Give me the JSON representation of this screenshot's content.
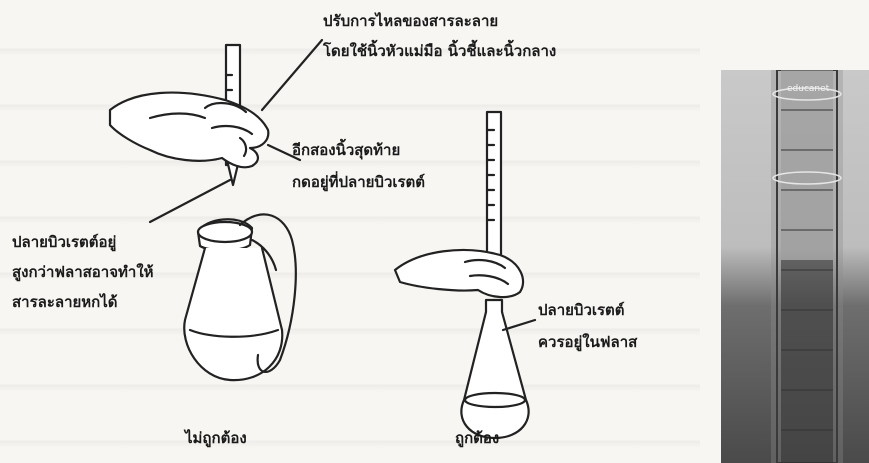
{
  "labels": {
    "adjust_line1": "ปรับการไหลของสารละลาย",
    "adjust_line2": "โดยใช้นิ้วหัวแม่มือ นิ้วชี้และนิ้วกลาง",
    "grip_line1": "อีกสองนิ้วสุดท้าย",
    "grip_line2": "กดอยู่ที่ปลายบิวเรตต์",
    "tip_high_line1": "ปลายบิวเรตต์อยู่",
    "tip_high_line2": "สูงกว่าฟลาสอาจทำให้",
    "tip_high_line3": "สารละลายหกได้",
    "tip_in_line1": "ปลายบิวเรตต์",
    "tip_in_line2": "ควรอยู่ในฟลาส",
    "wrong": "ไม่ถูกต้อง",
    "correct": "ถูกต้อง"
  },
  "photo": {
    "watermark": "educanet"
  }
}
